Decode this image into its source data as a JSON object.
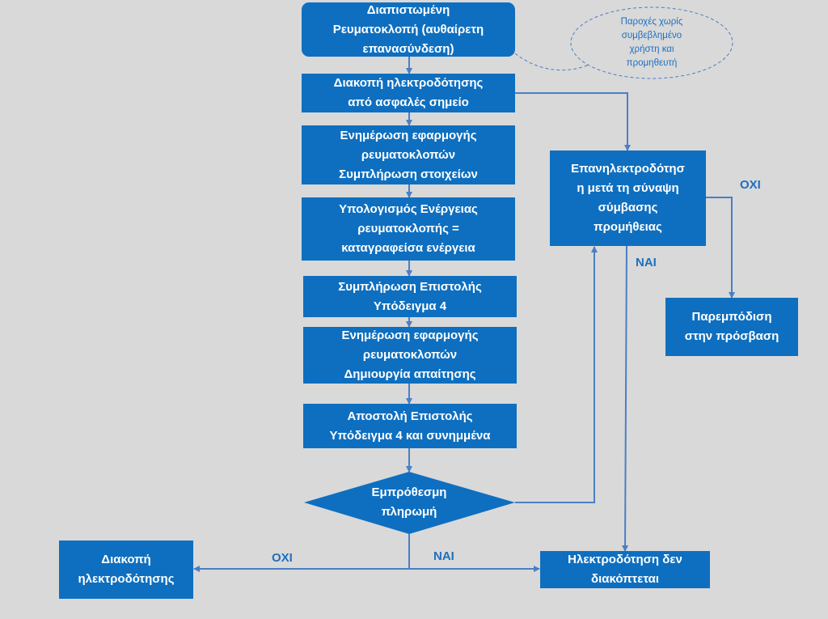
{
  "colors": {
    "box": "#0e6fc0",
    "line": "#4a7fc4",
    "label": "#1e6fc0",
    "background": "#d9d9d9"
  },
  "nodes": {
    "detected": [
      "Διαπιστωμένη",
      "Ρευματοκλοπή (αυθαίρετη",
      "επανασύνδεση)"
    ],
    "disconnect_safe": [
      "Διακοπή ηλεκτροδότησης",
      "από ασφαλές σημείο"
    ],
    "update_app": [
      "Ενημέρωση εφαρμογής",
      "ρευματοκλοπών",
      "Συμπλήρωση στοιχείων"
    ],
    "energy_calc": [
      "Υπολογισμός Ενέργειας",
      "ρευματοκλοπής =",
      "καταγραφείσα ενέργεια"
    ],
    "fill_letter": [
      "Συμπλήρωση Επιστολής",
      "Υπόδειγμα 4"
    ],
    "update_app_claim": [
      "Ενημέρωση εφαρμογής",
      "ρευματοκλοπών",
      "Δημιουργία απαίτησης"
    ],
    "send_letter": [
      "Αποστολή Επιστολής",
      "Υπόδειγμα 4 και συνημμένα"
    ],
    "payment_decision": [
      "Εμπρόθεσμη",
      "πληρωμή"
    ],
    "reconnect": [
      "Επανηλεκτροδότησ",
      "η μετά τη σύναψη",
      "σύμβασης",
      "προμήθειας"
    ],
    "obstruction": [
      "Παρεμπόδιση",
      "στην πρόσβαση"
    ],
    "disconnect_final": [
      "Διακοπή",
      "ηλεκτροδότησης"
    ],
    "not_disconnected": [
      "Ηλεκτροδότηση δεν",
      "διακόπτεται"
    ]
  },
  "note": [
    "Παροχές χωρίς",
    "συμβεβλημένο",
    "χρήστη και",
    "προμηθευτή"
  ],
  "labels": {
    "no_reconnect": "ΟΧΙ",
    "yes_reconnect": "ΝΑΙ",
    "no_payment": "ΟΧΙ",
    "yes_payment": "ΝΑΙ"
  }
}
